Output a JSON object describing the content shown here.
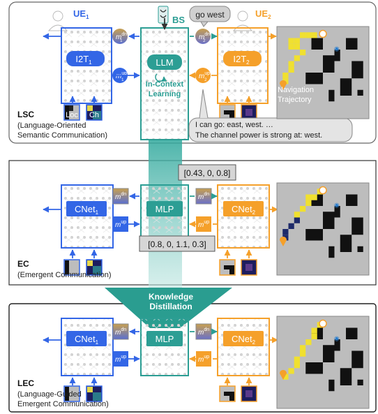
{
  "panels": {
    "lsc": {
      "abbr": "LSC",
      "desc_line1": "(Language-Oriented",
      "desc_line2": "Semantic Communication)"
    },
    "ec": {
      "abbr": "EC",
      "desc_line1": "(Emergent Communication)"
    },
    "lec": {
      "abbr": "LEC",
      "desc_line1": "(Language-Guided",
      "desc_line2": "Emergent Communication)"
    }
  },
  "agents": {
    "ue1": "UE",
    "ue1_sub": "1",
    "ue2": "UE",
    "ue2_sub": "2",
    "bs": "BS"
  },
  "models": {
    "i2t": "I2T",
    "llm": "LLM",
    "mlp": "MLP",
    "cnet": "CNet",
    "sub1": "1",
    "sub2": "2",
    "icl_line1": "In-Context",
    "icl_line2": "Learning"
  },
  "messages": {
    "m": "m",
    "dn": "dn",
    "up": "up",
    "sub1": "1",
    "sub2": "2"
  },
  "inputs": {
    "loc": "Loc",
    "ch": "Ch"
  },
  "bubbles": {
    "go_west": "go west",
    "reply_line1": "I can go: east, west. …",
    "reply_line2": "The channel power is strong at: west."
  },
  "vectors": {
    "dn_vec": "[0.43, 0, 0.8]",
    "up_vec": "[0.8, 0, 1.1, 0.3]"
  },
  "distill": {
    "line1": "Knowledge",
    "line2": "Distillation"
  },
  "map": {
    "nav_line1": "Navigation",
    "nav_line2": "Trajectory"
  },
  "colors": {
    "blue": "#3366e6",
    "orange": "#f5a02a",
    "teal": "#2c9e94",
    "panel_border": "#555555",
    "map_bg": "#bdbdbd",
    "block": "#111111"
  }
}
